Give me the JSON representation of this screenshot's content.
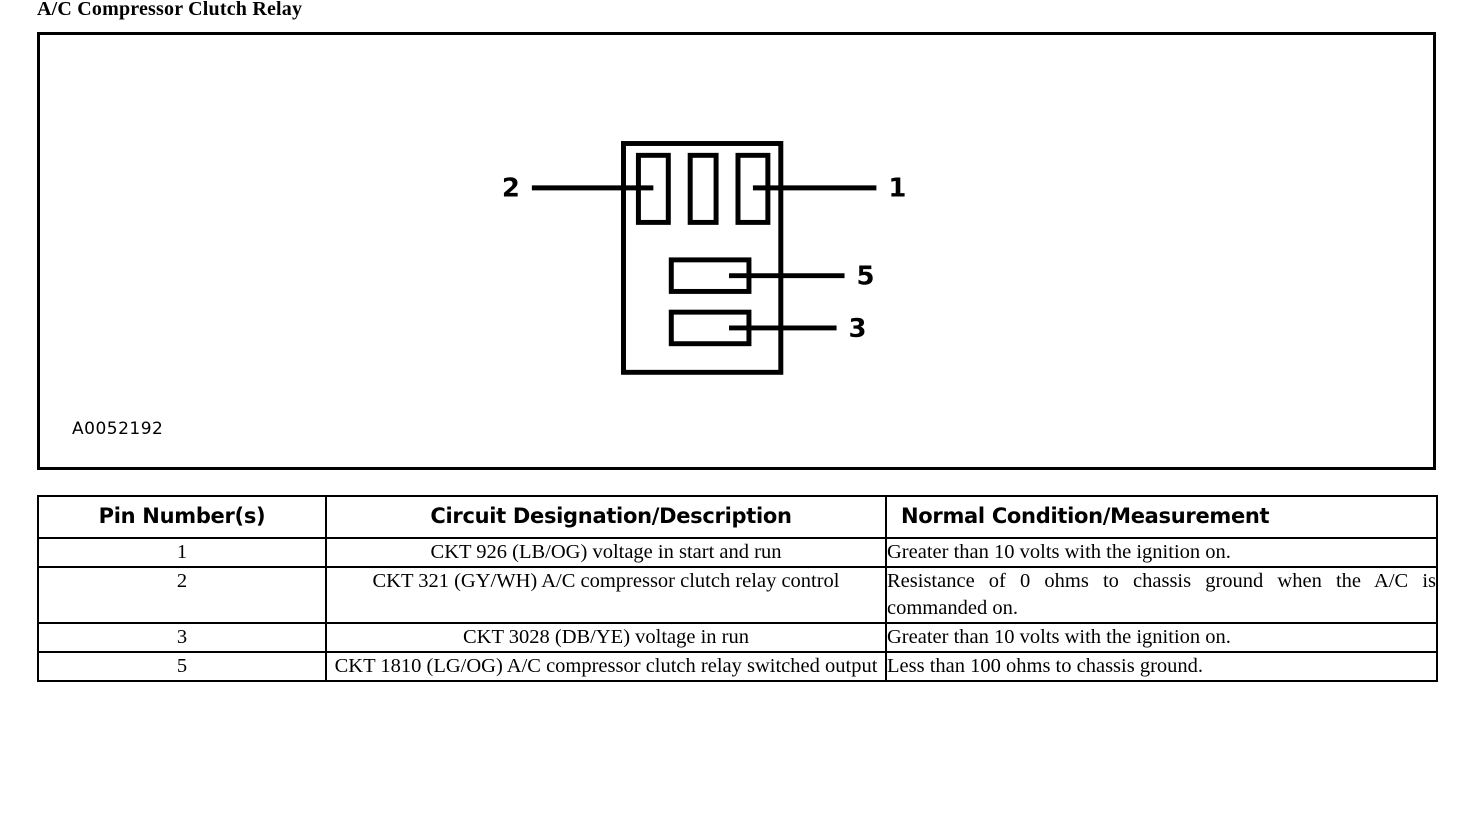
{
  "document": {
    "title": "A/C Compressor Clutch Relay"
  },
  "diagram": {
    "figure_id": "A0052192",
    "description": "Relay connector terminal face view with numbered pin callouts",
    "callouts": [
      {
        "label": "2",
        "side": "left",
        "terminal": "left-blade"
      },
      {
        "label": "1",
        "side": "right",
        "terminal": "right-blade"
      },
      {
        "label": "5",
        "side": "right",
        "terminal": "upper-wide"
      },
      {
        "label": "3",
        "side": "right",
        "terminal": "lower-wide"
      }
    ],
    "stroke_color": "#000000",
    "background_color": "#ffffff"
  },
  "table": {
    "headers": [
      "Pin Number(s)",
      "Circuit Designation/Description",
      "Normal Condition/Measurement"
    ],
    "rows": [
      {
        "pin": "1",
        "description": "CKT 926 (LB/OG) voltage in start and run",
        "condition": "Greater than 10 volts with the ignition on.",
        "tall": false
      },
      {
        "pin": "2",
        "description": "CKT 321 (GY/WH) A/C compressor clutch relay control",
        "condition": "Resistance of 0 ohms to chassis ground when the A/C is commanded on.",
        "tall": true
      },
      {
        "pin": "3",
        "description": "CKT 3028 (DB/YE) voltage in run",
        "condition": "Greater than 10 volts with the ignition on.",
        "tall": false
      },
      {
        "pin": "5",
        "description": "CKT 1810 (LG/OG) A/C compressor clutch relay switched output",
        "condition": "Less than 100 ohms to chassis ground.",
        "tall": true
      }
    ]
  }
}
